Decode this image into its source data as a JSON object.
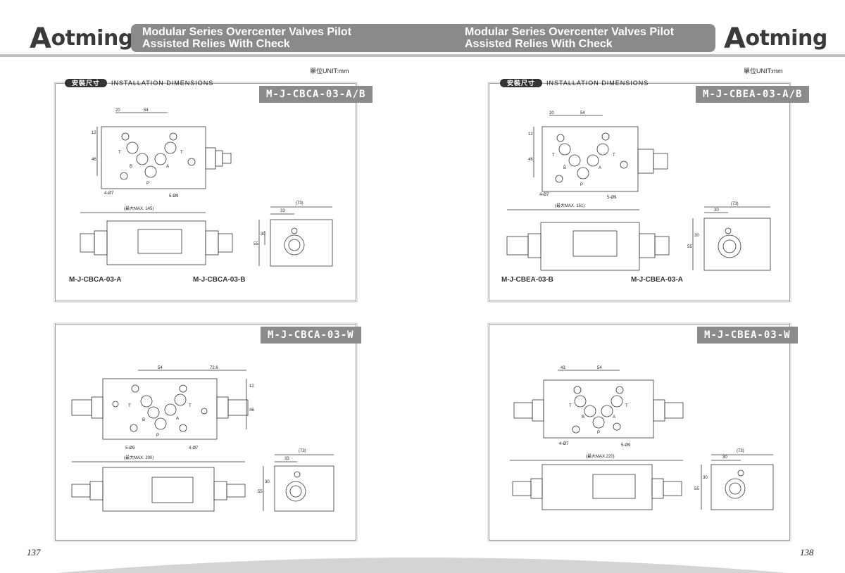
{
  "brand": {
    "name": "otming",
    "initial": "A"
  },
  "header": {
    "title_line1": "Modular Series Overcenter Valves Pilot",
    "title_line2": "Assisted Relies With Check"
  },
  "unit": "單位UNIT:mm",
  "section": {
    "pill": "安裝尺寸",
    "label": "INSTALLATION DIMENSIONS"
  },
  "left": {
    "page": "137",
    "top": {
      "model": "M-J-CBCA-03-A/B",
      "cap_a": "M-J-CBCA-03-A",
      "cap_b": "M-J-CBCA-03-B",
      "d1": "20",
      "d2": "54",
      "d3": "12",
      "d4": "46",
      "holes_a": "4-Ø7",
      "holes_b": "5-Ø9",
      "max": "(最大MAX. 145)",
      "s1": "(73)",
      "s2": "33",
      "s3": "30",
      "s4": "55"
    },
    "bottom": {
      "model": "M-J-CBCA-03-W",
      "d1": "54",
      "d2": "72.6",
      "d3": "12",
      "d4": "46",
      "holes_a": "5-Ø9",
      "holes_b": "4-Ø7",
      "max": "(最大MAX. 200)",
      "s1": "(73)",
      "s2": "33",
      "s3": "30",
      "s4": "55"
    }
  },
  "right": {
    "page": "138",
    "top": {
      "model": "M-J-CBEA-03-A/B",
      "cap_a": "M-J-CBEA-03-B",
      "cap_b": "M-J-CBEA-03-A",
      "d1": "20",
      "d2": "54",
      "d3": "12",
      "d4": "46",
      "holes_a": "4-Ø7",
      "holes_b": "5-Ø9",
      "max": "(最大MAX. 151)",
      "s1": "(73)",
      "s2": "30",
      "s3": "30",
      "s4": "55"
    },
    "bottom": {
      "model": "M-J-CBEA-03-W",
      "d1": "43",
      "d2": "54",
      "d3": "",
      "d4": "",
      "holes_a": "4-Ø7",
      "holes_b": "5-Ø9",
      "max": "(最大MAX.220)",
      "s1": "(73)",
      "s2": "30",
      "s3": "30",
      "s4": "55"
    }
  },
  "ports": {
    "t": "T",
    "b": "B",
    "a": "A",
    "p": "P"
  }
}
